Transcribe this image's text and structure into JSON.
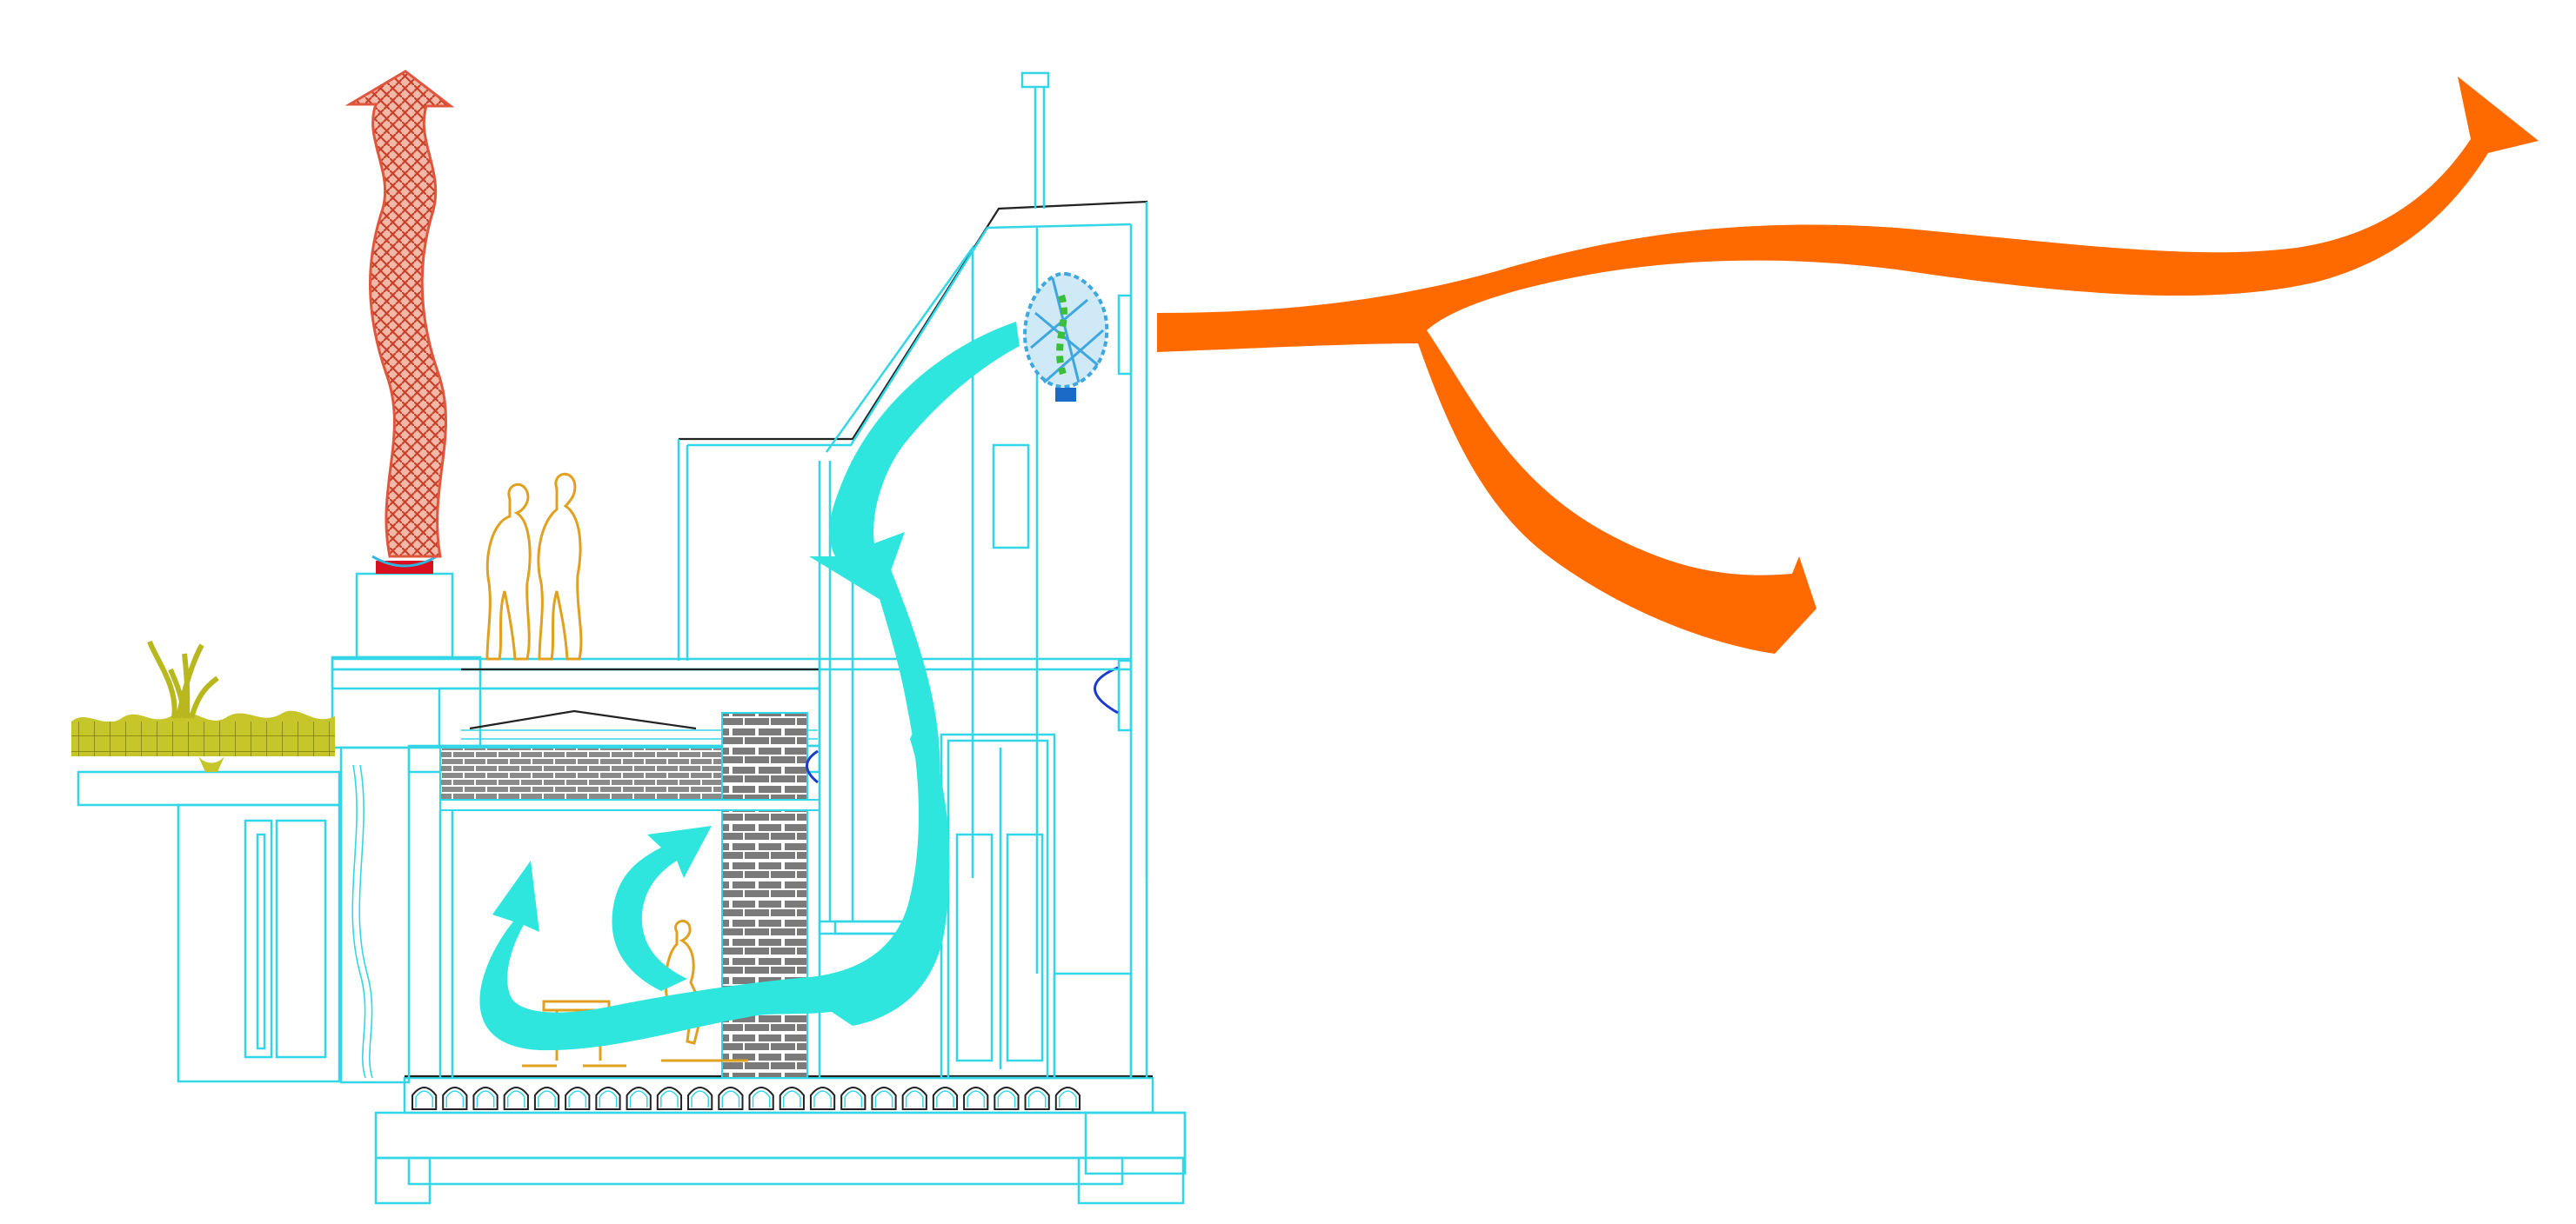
{
  "colors": {
    "background": "#ffffff",
    "building_line": "#33d6e6",
    "dark_line": "#222222",
    "indoor_airflow": "#2ee6dd",
    "outdoor_wind": "#ff6a00",
    "hot_exhaust": "#e0563c",
    "vegetation": "#c6c62a",
    "figure_outline": "#e0a020",
    "brick_wall": "#8a8a8a",
    "hanging_plant": "#3fa7e0",
    "vent_red": "#d81020"
  },
  "diagram": {
    "elements": [
      {
        "name": "building-section",
        "icon": "house-section"
      },
      {
        "name": "outdoor-wind-flow",
        "icon": "forked-arrow"
      },
      {
        "name": "indoor-air-circulation",
        "icon": "curved-arrow"
      },
      {
        "name": "hot-air-exhaust",
        "icon": "rising-arrow"
      },
      {
        "name": "roof-terrace-people",
        "icon": "person-silhouette"
      },
      {
        "name": "green-roof-planting",
        "icon": "plant"
      }
    ]
  }
}
